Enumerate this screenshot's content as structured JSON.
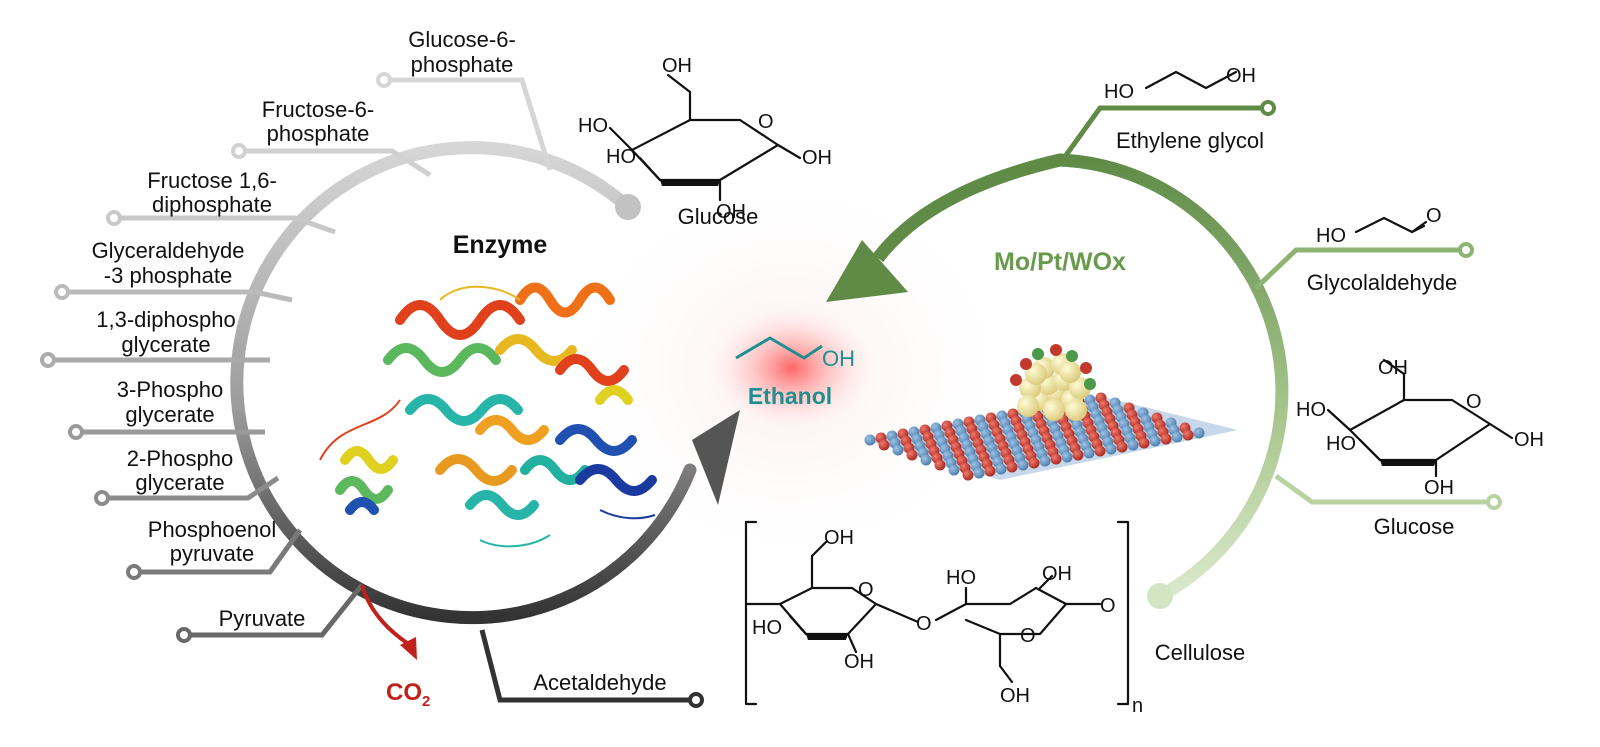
{
  "enzyme_pathway": {
    "title": "Enzyme",
    "start_molecule": "Glucose",
    "intermediates": [
      {
        "line1": "Glucose-6-",
        "line2": "phosphate"
      },
      {
        "line1": "Fructose-6-",
        "line2": "phosphate"
      },
      {
        "line1": "Fructose 1,6-",
        "line2": "diphosphate"
      },
      {
        "line1": "Glyceraldehyde",
        "line2": "-3 phosphate"
      },
      {
        "line1": "1,3-diphospho",
        "line2": "glycerate"
      },
      {
        "line1": "3-Phospho",
        "line2": "glycerate"
      },
      {
        "line1": "2-Phospho",
        "line2": "glycerate"
      },
      {
        "line1": "Phosphoenol",
        "line2": "pyruvate"
      },
      {
        "line1": "Pyruvate",
        "line2": ""
      }
    ],
    "byproduct": {
      "main": "CO",
      "sub": "2"
    },
    "final_intermediate": "Acetaldehyde"
  },
  "product": {
    "name": "Ethanol",
    "oh": "OH"
  },
  "catalytic_pathway": {
    "title": "Mo/Pt/WOx",
    "intermediates": [
      "Ethylene glycol",
      "Glycolaldehyde",
      "Glucose"
    ],
    "start_molecule": "Cellulose",
    "polymer_subscript": "n"
  },
  "chem_labels": {
    "oh": "OH",
    "ho": "HO",
    "o": "O"
  },
  "colors": {
    "enzyme_arc_dark": "#3a3a3a",
    "enzyme_arc_light": "#d4d4d4",
    "catalyst_arc_dark": "#5f8b47",
    "catalyst_arc_light": "#dbe9cc",
    "title_green": "#6a9a4e",
    "ethanol_teal": "#1f8f8f",
    "co2_red": "#c0211b"
  }
}
